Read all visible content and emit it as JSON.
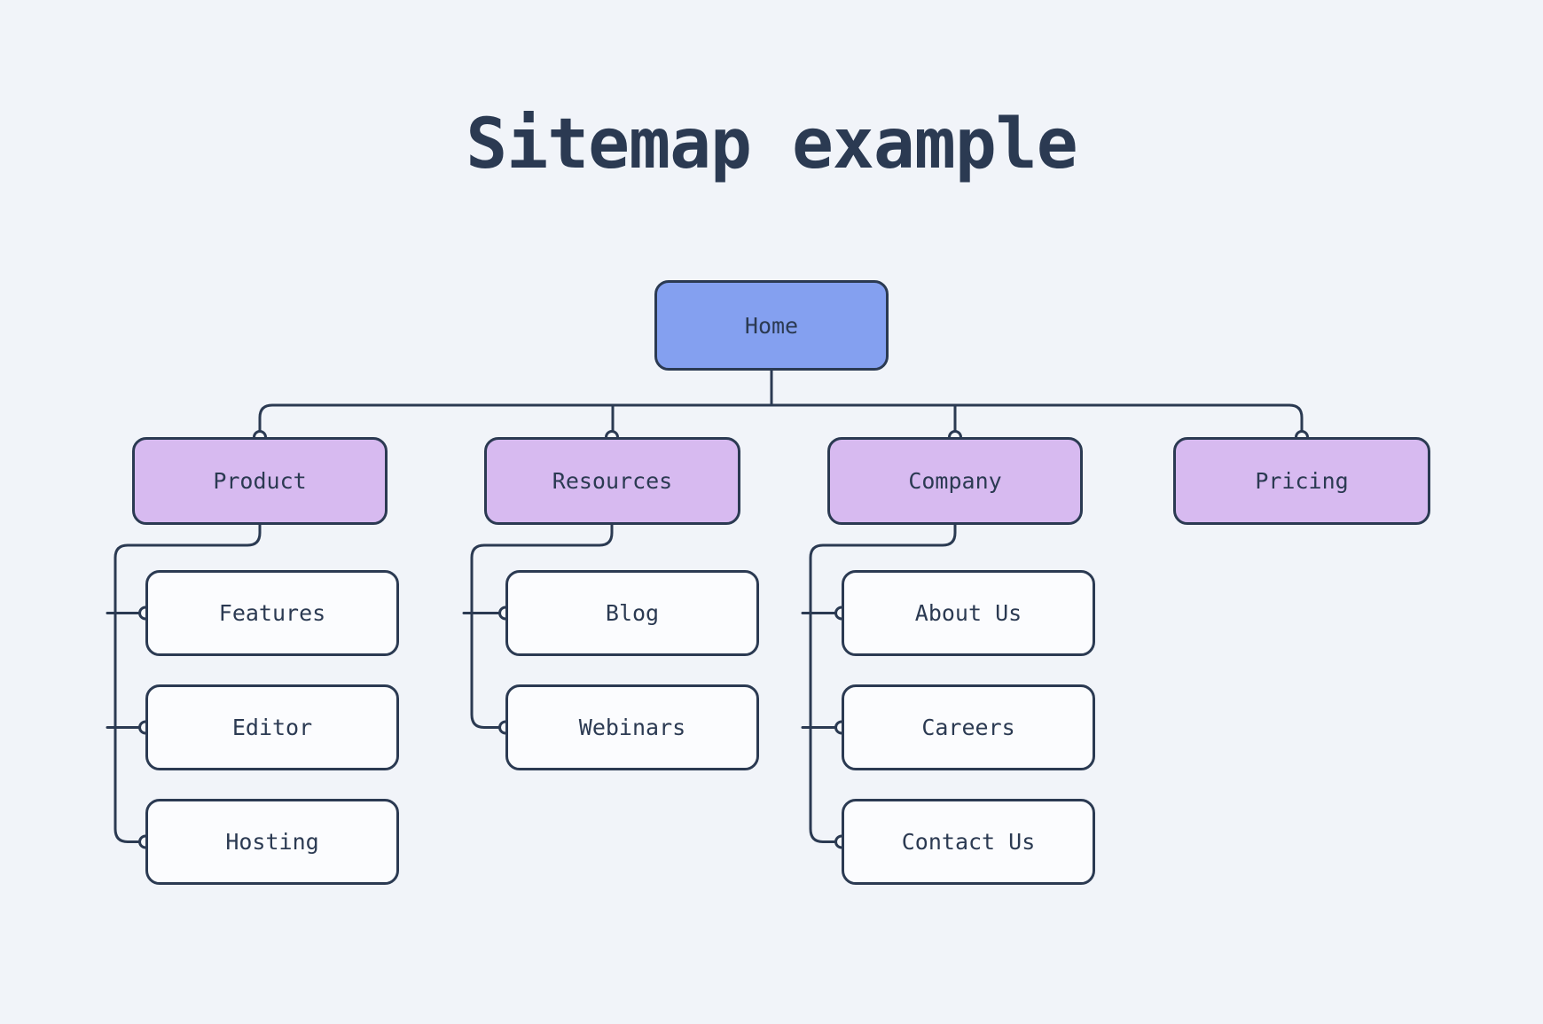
{
  "title": "Sitemap example",
  "colors": {
    "background": "#f1f4f9",
    "line": "#2b3a52",
    "home_fill": "#84a0f0",
    "section_fill": "#d7baf0",
    "page_fill": "#fbfcfe",
    "node_dot_fill": "#f7f9fc"
  },
  "tree": {
    "root": {
      "label": "Home"
    },
    "sections": [
      {
        "label": "Product",
        "children": [
          {
            "label": "Features"
          },
          {
            "label": "Editor"
          },
          {
            "label": "Hosting"
          }
        ]
      },
      {
        "label": "Resources",
        "children": [
          {
            "label": "Blog"
          },
          {
            "label": "Webinars"
          }
        ]
      },
      {
        "label": "Company",
        "children": [
          {
            "label": "About Us"
          },
          {
            "label": "Careers"
          },
          {
            "label": "Contact Us"
          }
        ]
      },
      {
        "label": "Pricing",
        "children": []
      }
    ]
  }
}
